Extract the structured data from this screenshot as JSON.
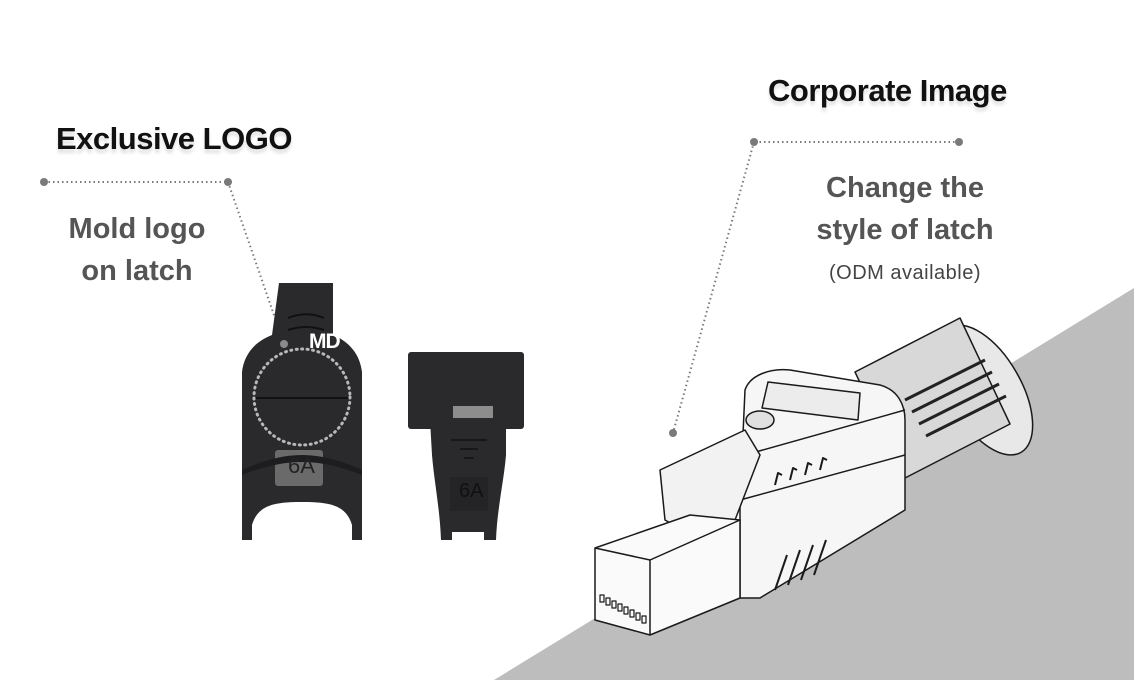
{
  "left_section": {
    "heading": "Exclusive LOGO",
    "description_line1": "Mold logo",
    "description_line2": "on latch",
    "overlay_text": "MD",
    "latch_marking": "6A"
  },
  "right_section": {
    "heading": "Corporate Image",
    "description_line1": "Change the",
    "description_line2": "style of latch",
    "note": "(ODM  available)",
    "latch_marking": "6A"
  },
  "colors": {
    "background": "#ffffff",
    "diagonal_band": "#bdbdbd",
    "heading_text": "#111111",
    "description_text": "#555555",
    "connector_dots": "#7a7a7a",
    "latch_body": "#2a2a2c"
  },
  "images": {
    "left_latch": "black-latch-with-circular-logo-area",
    "center_latch": "black-latch-plain",
    "right_connector": "rj45-connector-line-drawing"
  }
}
